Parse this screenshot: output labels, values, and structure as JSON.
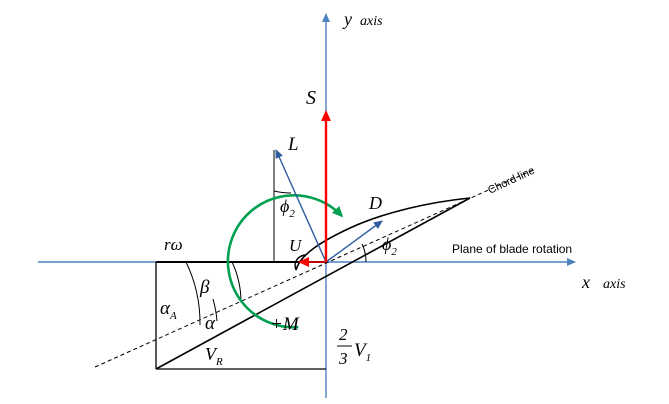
{
  "labels": {
    "y_axis_var": "y",
    "y_axis_word": "axis",
    "x_axis_var": "x",
    "x_axis_word": "axis",
    "S": "S",
    "L": "L",
    "D": "D",
    "U": "U",
    "r_omega": "rω",
    "beta": "β",
    "alpha": "α",
    "alpha_A": "α",
    "alpha_A_sub": "A",
    "moment": "+M",
    "V_R": "V",
    "V_R_sub": "R",
    "phi": "ϕ",
    "phi_sub": "2",
    "frac_num": "2",
    "frac_den": "3",
    "V_1": "V",
    "V_1_sub": "1",
    "chord_line": "Chord line",
    "plane": "Plane of blade rotation"
  },
  "colors": {
    "axis": "#4f81bd",
    "vector": "#2e5c9e",
    "lift_force": "#ff0000",
    "moment": "#00a050",
    "line": "#000000"
  }
}
